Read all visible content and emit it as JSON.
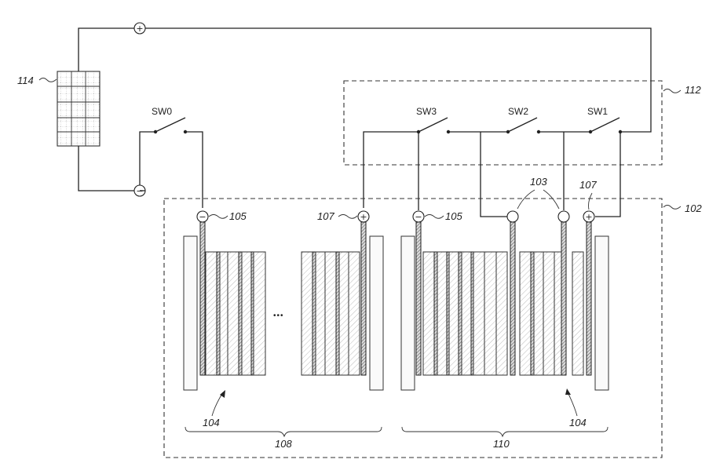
{
  "labels": {
    "source": "114",
    "control_box": "112",
    "cell_box": "102",
    "neg_left": "105",
    "pos_left": "107",
    "neg_right": "105",
    "mid_terms": "103",
    "pos_right": "107",
    "stack_left": "104",
    "stack_right": "104",
    "group_left": "108",
    "group_right": "110",
    "dots": "•••"
  },
  "switches": {
    "sw0": "SW0",
    "sw1": "SW1",
    "sw2": "SW2",
    "sw3": "SW3"
  },
  "terminal_symbols": {
    "plus": "+",
    "minus": "−"
  }
}
